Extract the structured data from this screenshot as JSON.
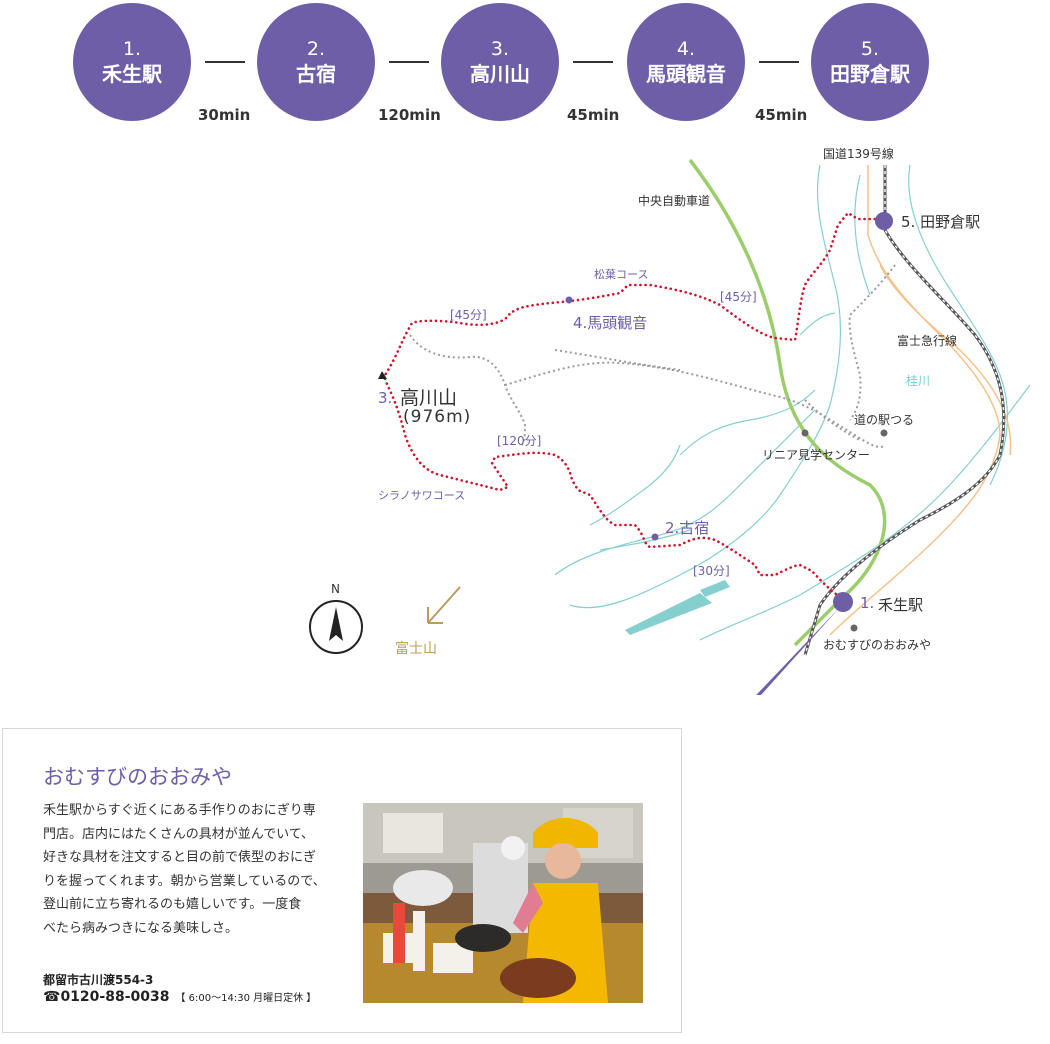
{
  "route": {
    "stops": [
      {
        "num": "1.",
        "name": "禾生駅"
      },
      {
        "num": "2.",
        "name": "古宿"
      },
      {
        "num": "3.",
        "name": "高川山"
      },
      {
        "num": "4.",
        "name": "馬頭観音"
      },
      {
        "num": "5.",
        "name": "田野倉駅"
      }
    ],
    "durations": [
      "30min",
      "120min",
      "45min",
      "45min"
    ]
  },
  "map": {
    "labels": {
      "route139": "国道139号線",
      "chuo_expressway": "中央自動車道",
      "tanokura": "5. 田野倉駅",
      "shoyo_course": "松葉コース",
      "seg_45_right": "[45分]",
      "seg_45_left": "[45分]",
      "bato_kannon": "4.馬頭観音",
      "fujikyu_line": "富士急行線",
      "katsura_river": "桂川",
      "takagawa_name": "高川山",
      "takagawa_num": "3.",
      "takagawa_elev": "(976m)",
      "michinoeki": "道の駅つる",
      "linear_center": "リニア見学センター",
      "seg_120": "[120分]",
      "shiranosawa_course": "シラノサワコース",
      "furujuku": "2.古宿",
      "seg_30": "[30分]",
      "kasei_num": "1.",
      "kasei_name": "禾生駅",
      "omusubi": "おむすびのおおみや",
      "north": "N",
      "fuji": "富士山"
    },
    "colors": {
      "route_dots": "#d0122b",
      "accent_purple": "#6e5ea8",
      "expressway": "#9bcd6b",
      "river": "#86cfcf",
      "national_road": "#f4c28a",
      "rail": "#555555",
      "trail_gray": "#9a9a9a"
    }
  },
  "shop": {
    "title": "おむすびのおおみや",
    "desc_lines": [
      "禾生駅からすぐ近くにある手作りのおにぎり専",
      "門店。店内にはたくさんの具材が並んでいて、",
      "好きな具材を注文すると目の前で俵型のおにぎ",
      "りを握ってくれます。朝から営業しているので、",
      "登山前に立ち寄れるのも嬉しいです。一度食",
      "べたら病みつきになる美味しさ。"
    ],
    "address": "都留市古川渡554-3",
    "tel": "☎0120-88-0038",
    "hours": "【 6:00〜14:30 月曜日定休 】"
  }
}
